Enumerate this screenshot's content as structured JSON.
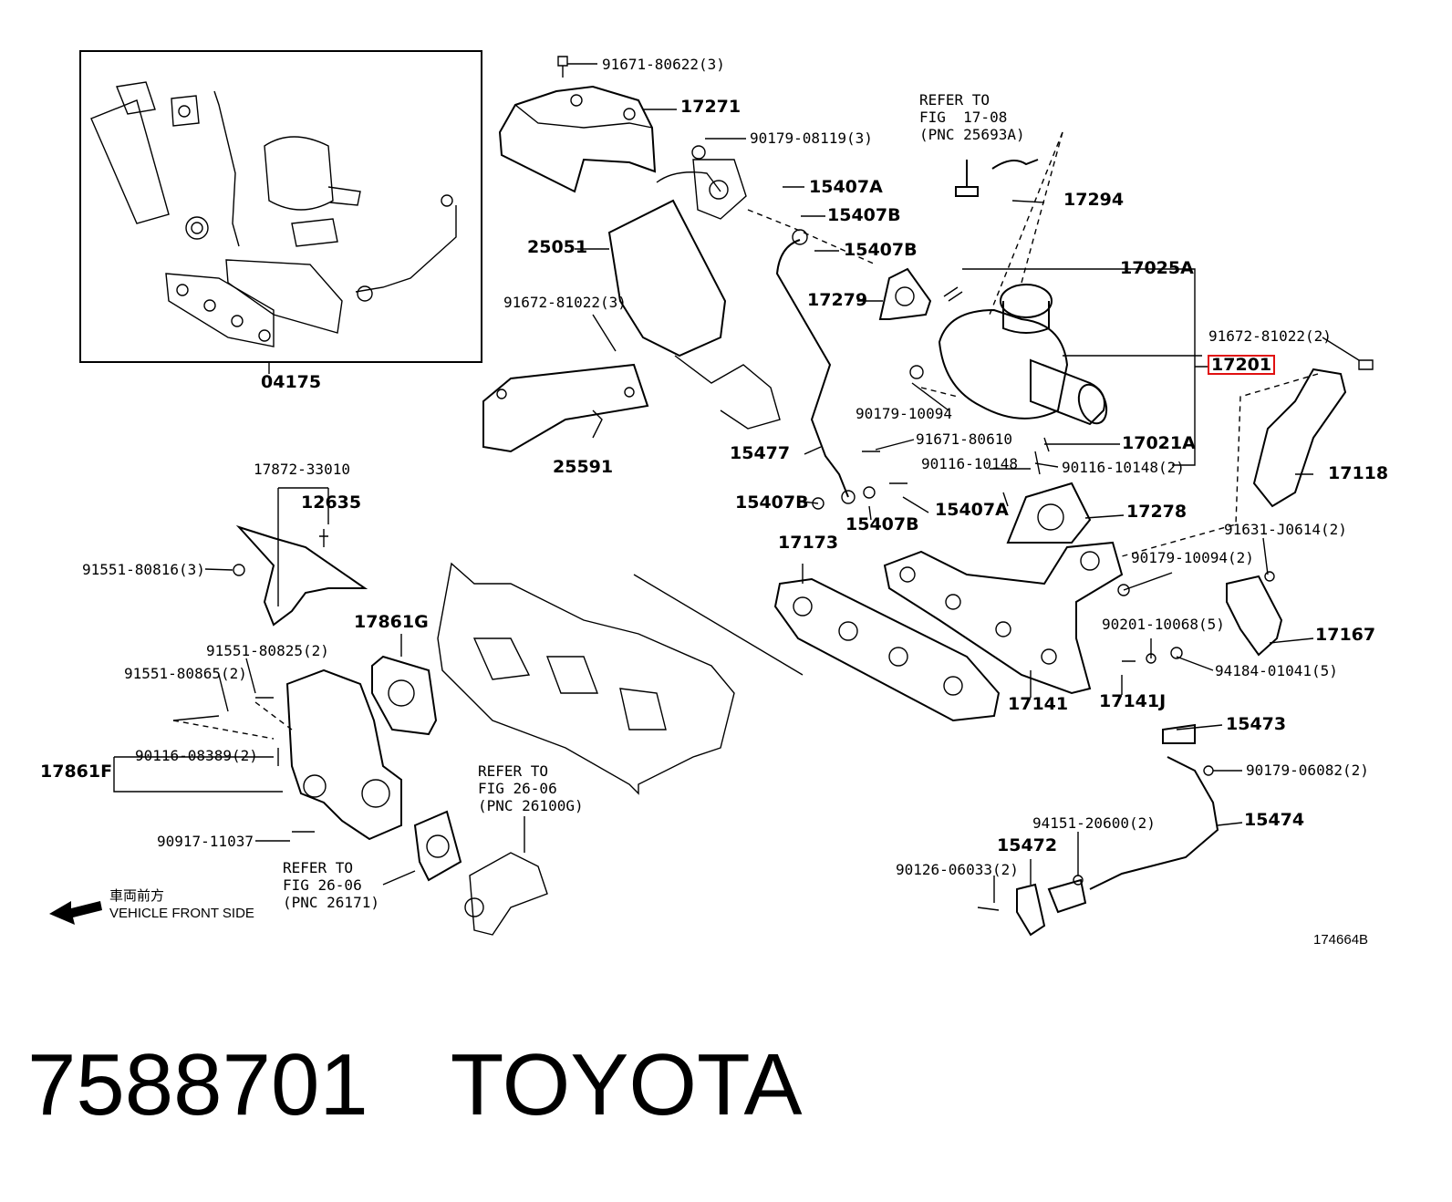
{
  "inset": {
    "part_no": "04175"
  },
  "parts": {
    "p17271": "17271",
    "p91671_80622": "91671-80622(3)",
    "p90179_08119": "90179-08119(3)",
    "p15407A_top": "15407A",
    "p15407B_top1": "15407B",
    "p15407B_top2": "15407B",
    "p25051": "25051",
    "p17279": "17279",
    "p91672_81022_3": "91672-81022(3)",
    "p25591": "25591",
    "p17025A": "17025A",
    "p17201": "17201",
    "p91672_81022_2": "91672-81022(2)",
    "p90179_10094": "90179-10094",
    "p17294": "17294",
    "p17021A": "17021A",
    "p91671_80610": "91671-80610",
    "p15477": "15477",
    "p90116_10148": "90116-10148",
    "p90116_10148_2": "90116-10148(2)",
    "p17118": "17118",
    "p15407B_low1": "15407B",
    "p15407B_low2": "15407B",
    "p15407A_low": "15407A",
    "p17278": "17278",
    "p17173": "17173",
    "p91631_J0614": "91631-J0614(2)",
    "p90179_10094_2": "90179-10094(2)",
    "p90201_10068": "90201-10068(5)",
    "p17167": "17167",
    "p94184_01041": "94184-01041(5)",
    "p17141": "17141",
    "p17141J": "17141J",
    "p15473": "15473",
    "p90179_06082": "90179-06082(2)",
    "p15474": "15474",
    "p94151_20600": "94151-20600(2)",
    "p15472": "15472",
    "p90126_06033": "90126-06033(2)",
    "p17872_33010": "17872-33010",
    "p12635": "12635",
    "p91551_80816": "91551-80816(3)",
    "p17861G": "17861G",
    "p91551_80825": "91551-80825(2)",
    "p91551_80865": "91551-80865(2)",
    "p90116_08389": "90116-08389(2)",
    "p17861F": "17861F",
    "p90917_11037": "90917-11037"
  },
  "refs": {
    "fig_17_08": "REFER TO\nFIG  17-08\n(PNC 25693A)",
    "fig_26_06_a": "REFER TO\nFIG 26-06\n(PNC 26100G)",
    "fig_26_06_b": "REFER TO\nFIG 26-06\n(PNC 26171)"
  },
  "direction": {
    "jp": "車両前方",
    "en": "VEHICLE FRONT SIDE"
  },
  "illustration_code": "174664B",
  "footer": {
    "number": "7588701",
    "brand": "TOYOTA"
  },
  "highlight_color": "#e01010"
}
